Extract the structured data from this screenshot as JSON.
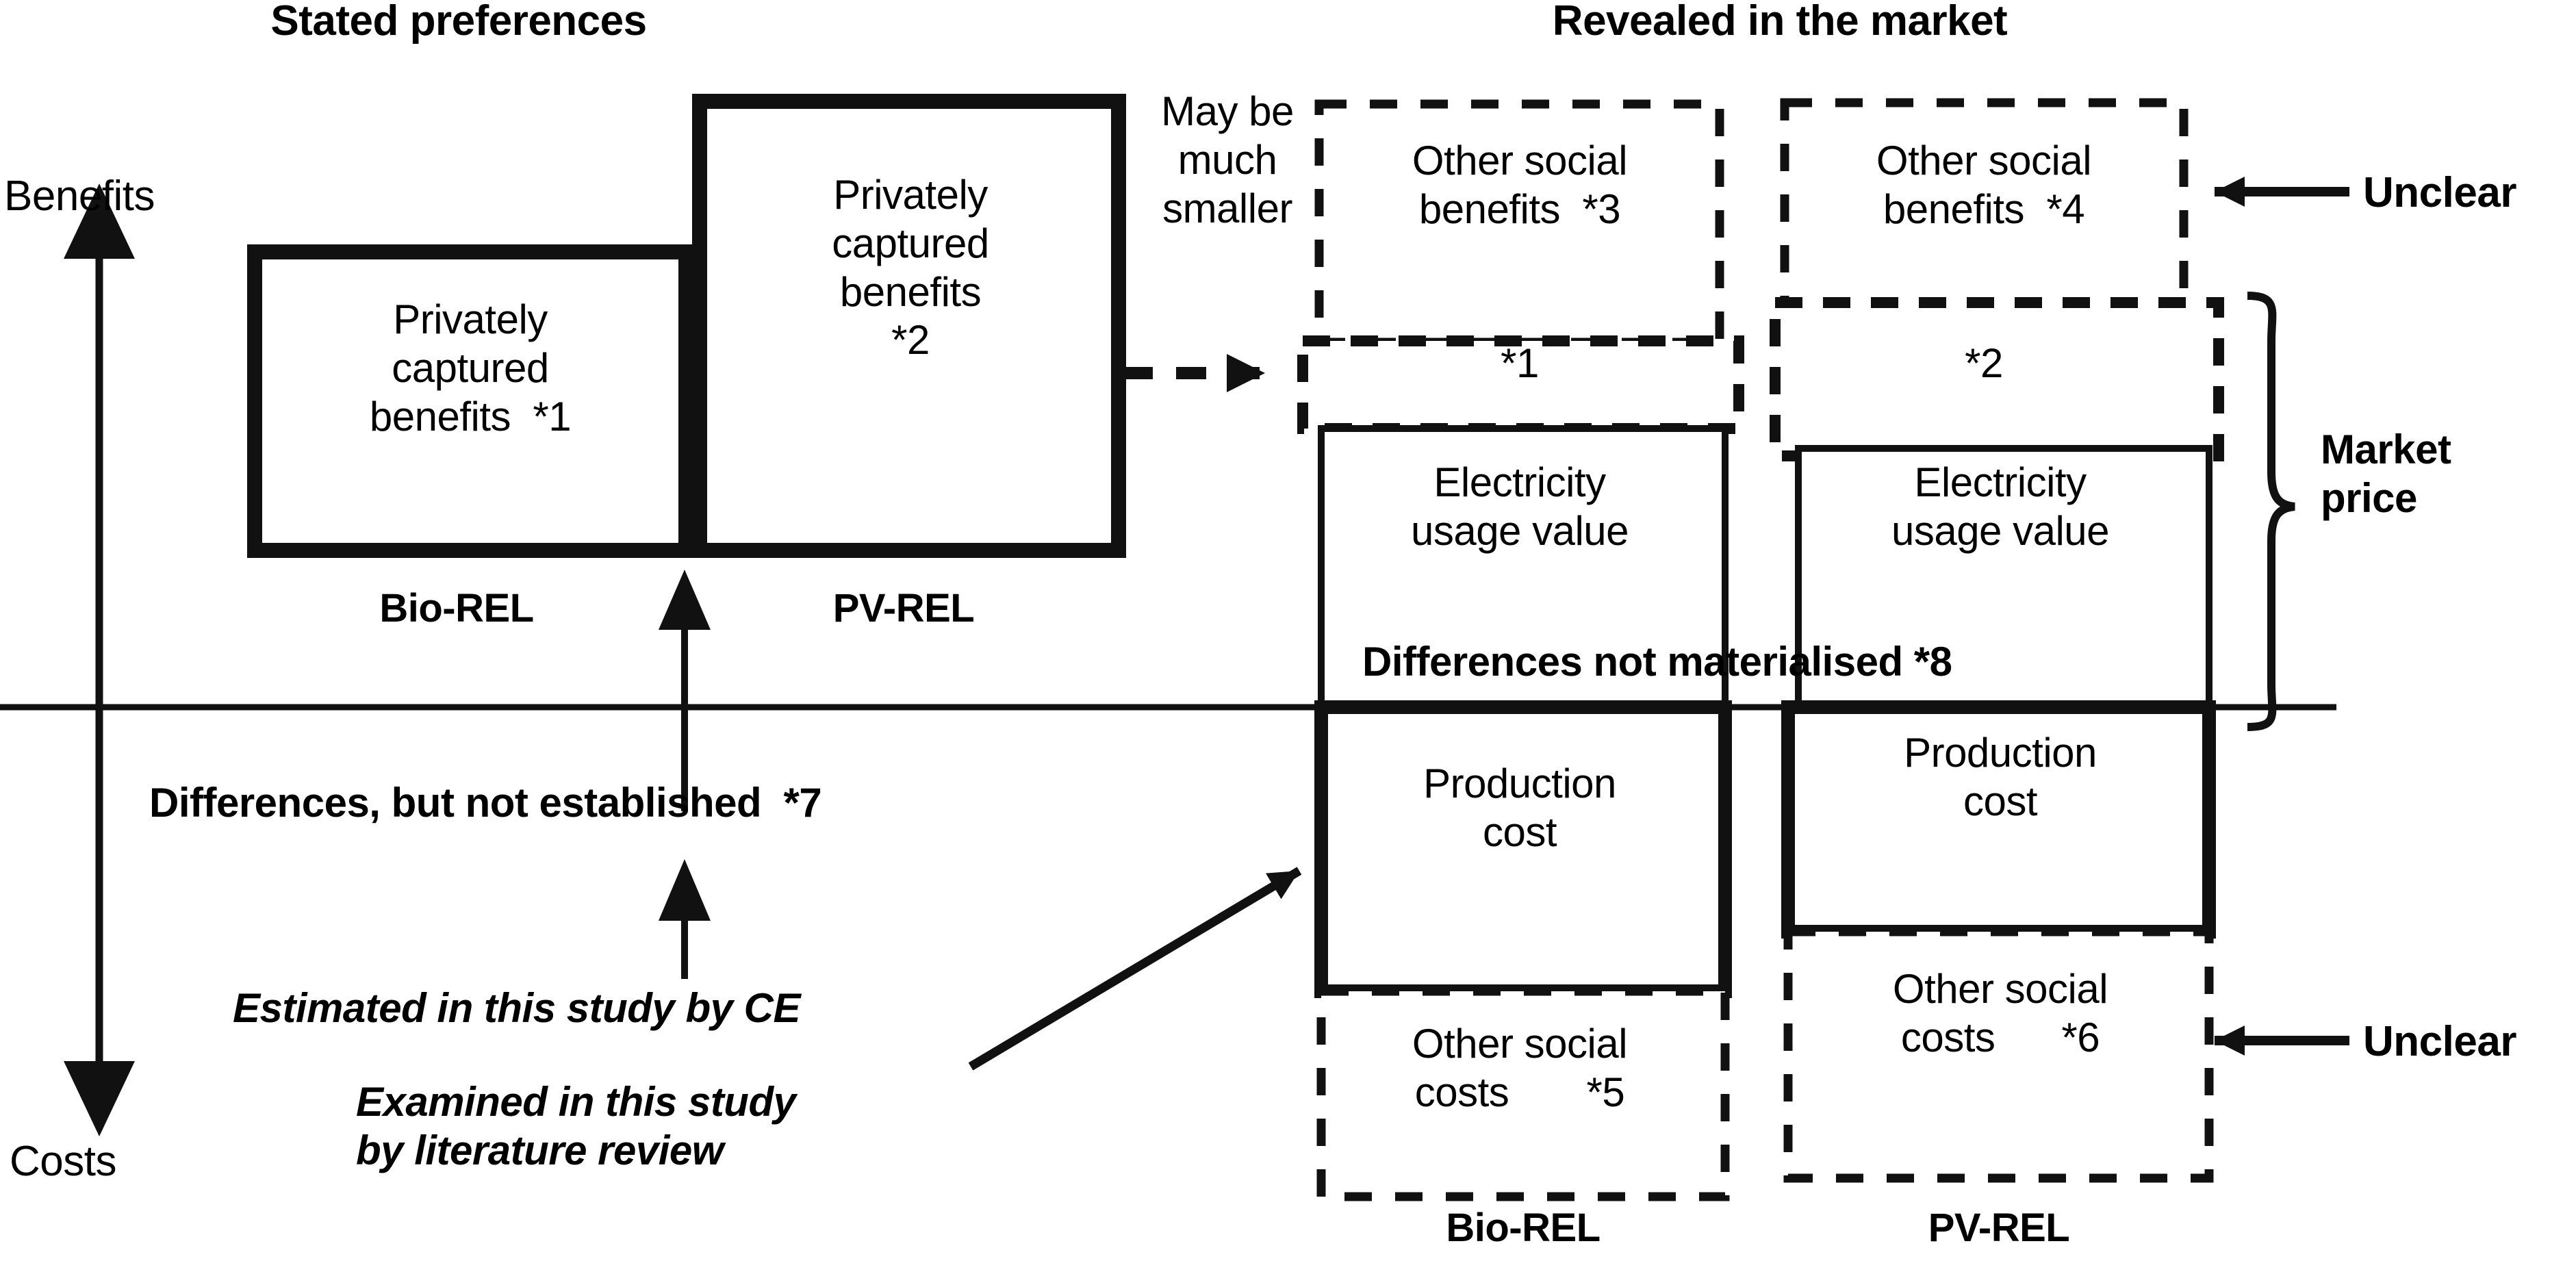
{
  "figure": {
    "headings": {
      "stated": "Stated preferences",
      "revealed": "Revealed in the market"
    },
    "axis": {
      "top_label": "Benefits",
      "bottom_label": "Costs"
    },
    "stated_preferences": {
      "bio": {
        "series_label": "Bio-REL",
        "box_text": "Privately\ncaptured\nbenefits  *1"
      },
      "pv": {
        "series_label": "PV-REL",
        "box_text": "Privately\ncaptured\nbenefits\n*2"
      }
    },
    "transition_note": "May be\nmuch\nsmaller",
    "market": {
      "bio": {
        "series_label": "Bio-REL",
        "other_social_benefits": "Other social\nbenefits  *3",
        "private_benefits_ref": "*1",
        "electricity_usage_value": "Electricity\nusage value",
        "production_cost": "Production\ncost",
        "other_social_costs": "Other social\ncosts       *5"
      },
      "pv": {
        "series_label": "PV-REL",
        "other_social_benefits": "Other social\nbenefits  *4",
        "private_benefits_ref": "*2",
        "electricity_usage_value": "Electricity\nusage value",
        "production_cost": "Production\ncost",
        "other_social_costs": "Other social\ncosts      *6"
      },
      "market_price_label": "Market\nprice",
      "differences_not_materialised": "Differences not materialised *8"
    },
    "annotations": {
      "differences_not_established": "Differences, but not established  *7",
      "estimated_by_ce": "Estimated in this study by CE",
      "examined_by_literature": "Examined in this study\nby literature review",
      "unclear_top": "Unclear",
      "unclear_bottom": "Unclear"
    },
    "colors": {
      "ink": "#111111",
      "paper": "#ffffff"
    }
  },
  "chart_data": {
    "type": "bar",
    "title": "Benefits and costs of Bio-REL and PV-REL: stated preferences vs revealed in the market",
    "xlabel": "",
    "ylabel": "Benefits / Costs",
    "grid": false,
    "legend": "none",
    "baseline": 0,
    "panels": [
      {
        "name": "Stated preferences",
        "categories": [
          "Bio-REL",
          "PV-REL"
        ],
        "series": [
          {
            "name": "Privately captured benefits",
            "note_refs": [
              "*1",
              "*2"
            ],
            "values": [
              0.62,
              0.9
            ],
            "sign": "benefit"
          }
        ]
      },
      {
        "name": "Revealed in the market",
        "categories": [
          "Bio-REL",
          "PV-REL"
        ],
        "series": [
          {
            "name": "Other social benefits",
            "note_refs": [
              "*3",
              "*4"
            ],
            "style": "dashed",
            "values": [
              0.57,
              0.62
            ],
            "sign": "benefit"
          },
          {
            "name": "Privately captured benefits (revealed)",
            "note_refs": [
              "*1",
              "*2"
            ],
            "style": "dashed",
            "values": [
              0.23,
              0.2
            ],
            "sign": "benefit"
          },
          {
            "name": "Electricity usage value",
            "style": "solid",
            "values": [
              0.68,
              0.67
            ],
            "sign": "benefit"
          },
          {
            "name": "Production cost",
            "style": "solid",
            "values": [
              -0.46,
              -0.37
            ],
            "sign": "cost"
          },
          {
            "name": "Other social costs",
            "note_refs": [
              "*5",
              "*6"
            ],
            "style": "dashed",
            "values": [
              -0.24,
              -0.29
            ],
            "sign": "cost"
          }
        ],
        "brackets": [
          {
            "label": "Market price",
            "spans": [
              "Privately captured benefits (revealed)",
              "Electricity usage value"
            ]
          }
        ]
      }
    ],
    "annotations": [
      {
        "text": "May be much smaller",
        "type": "dashed-arrow",
        "from": "PV-REL stated privately captured benefits",
        "to": "Bio-REL revealed *1"
      },
      {
        "text": "Unclear",
        "type": "arrow",
        "to": "Other social benefits *4"
      },
      {
        "text": "Unclear",
        "type": "arrow",
        "to": "Other social costs *6"
      },
      {
        "text": "Differences, but not established  *7",
        "type": "arrow",
        "to": "Stated preferences panel"
      },
      {
        "text": "Estimated in this study by CE",
        "type": "arrow",
        "to": "Differences, but not established  *7"
      },
      {
        "text": "Examined in this study by literature review",
        "type": "arrow",
        "to": "Revealed in the market, Bio-REL production cost"
      },
      {
        "text": "Differences not materialised *8",
        "type": "label",
        "to": "Electricity usage value bars"
      }
    ]
  }
}
